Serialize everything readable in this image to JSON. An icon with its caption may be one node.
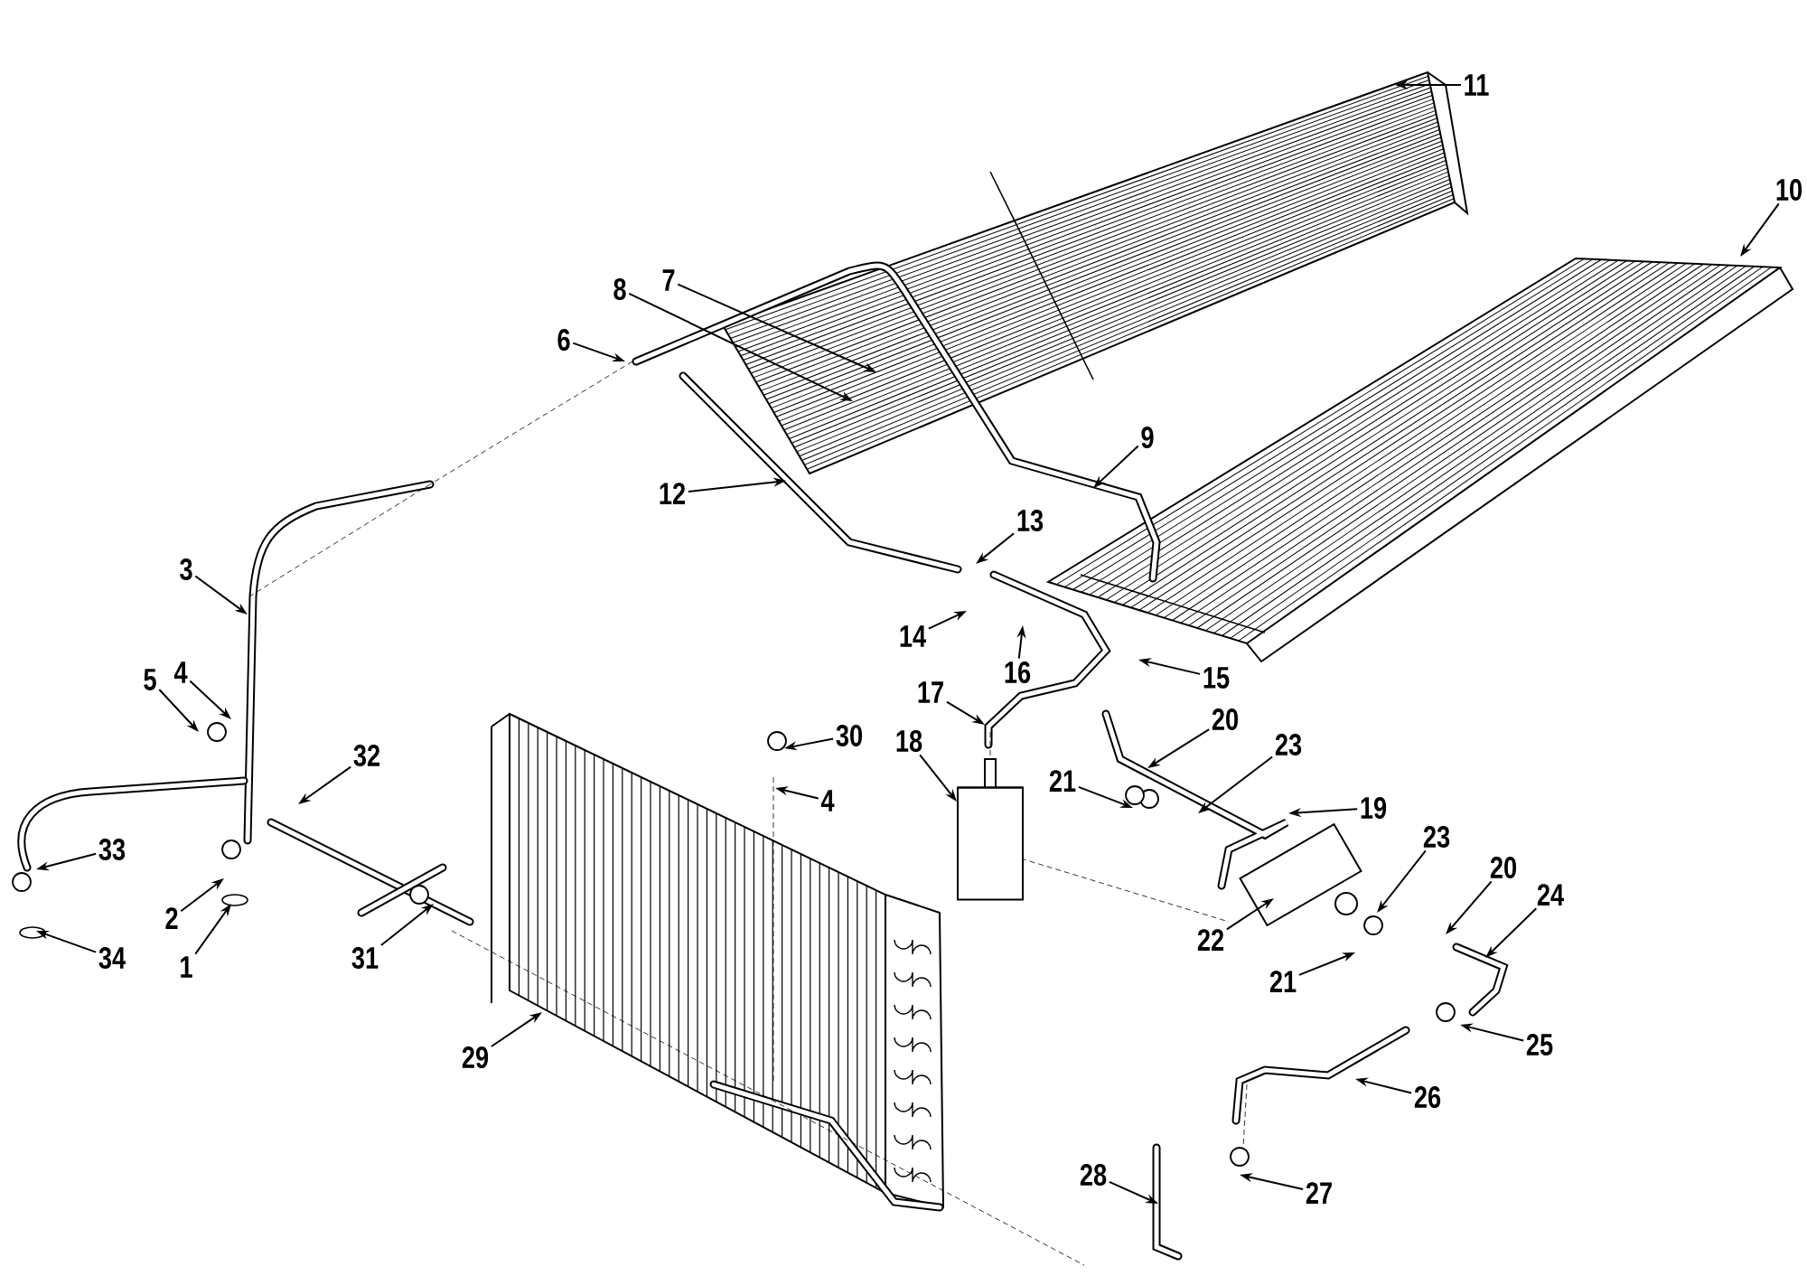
{
  "diagram": {
    "nodes": [
      {
        "text": [
          "1"
        ]
      },
      {
        "text": [
          "2"
        ]
      },
      {
        "text": [
          "3"
        ]
      },
      {
        "text": [
          "4"
        ]
      },
      {
        "text": [
          "4"
        ]
      },
      {
        "text": [
          "5"
        ]
      },
      {
        "text": [
          "6"
        ]
      },
      {
        "text": [
          "7"
        ]
      },
      {
        "text": [
          "8"
        ]
      },
      {
        "text": [
          "9"
        ]
      },
      {
        "text": [
          "10"
        ]
      },
      {
        "text": [
          "11"
        ]
      },
      {
        "text": [
          "12"
        ]
      },
      {
        "text": [
          "13"
        ]
      },
      {
        "text": [
          "14"
        ]
      },
      {
        "text": [
          "15"
        ]
      },
      {
        "text": [
          "16"
        ]
      },
      {
        "text": [
          "17"
        ]
      },
      {
        "text": [
          "18"
        ]
      },
      {
        "text": [
          "19"
        ]
      },
      {
        "text": [
          "20"
        ]
      },
      {
        "text": [
          "20"
        ]
      },
      {
        "text": [
          "21"
        ]
      },
      {
        "text": [
          "21"
        ]
      },
      {
        "text": [
          "22"
        ]
      },
      {
        "text": [
          "23"
        ]
      },
      {
        "text": [
          "23"
        ]
      },
      {
        "text": [
          "24"
        ]
      },
      {
        "text": [
          "25"
        ]
      },
      {
        "text": [
          "26"
        ]
      },
      {
        "text": [
          "27"
        ]
      },
      {
        "text": [
          "28"
        ]
      },
      {
        "text": [
          "29"
        ]
      },
      {
        "text": [
          "30"
        ]
      },
      {
        "text": [
          "31"
        ]
      },
      {
        "text": [
          "32"
        ]
      },
      {
        "text": [
          "33"
        ]
      },
      {
        "text": [
          "34"
        ]
      },
      {
        "text": [],
        "shape": "cylinder"
      }
    ],
    "edges": [
      {
        "from": 0,
        "to": null,
        "arrow": "to"
      },
      {
        "from": 1,
        "to": null,
        "arrow": "to"
      },
      {
        "from": 2,
        "to": null,
        "arrow": "to"
      },
      {
        "from": 3,
        "to": null,
        "arrow": "to"
      },
      {
        "from": 4,
        "to": null,
        "arrow": "to"
      },
      {
        "from": 5,
        "to": null,
        "arrow": "to"
      },
      {
        "from": 6,
        "to": null,
        "arrow": "to"
      },
      {
        "from": 7,
        "to": null,
        "arrow": "to"
      },
      {
        "from": 8,
        "to": null,
        "arrow": "to"
      },
      {
        "from": 9,
        "to": null,
        "arrow": "to"
      },
      {
        "from": 10,
        "to": null,
        "arrow": "to"
      },
      {
        "from": 11,
        "to": null,
        "arrow": "to"
      },
      {
        "from": 12,
        "to": null,
        "arrow": "to"
      },
      {
        "from": 13,
        "to": null,
        "arrow": "to"
      },
      {
        "from": 14,
        "to": null,
        "arrow": "to"
      },
      {
        "from": 15,
        "to": null,
        "arrow": "to"
      },
      {
        "from": 16,
        "to": null,
        "arrow": "to"
      },
      {
        "from": 17,
        "to": null,
        "arrow": "to"
      },
      {
        "from": 18,
        "to": 38,
        "arrow": "to"
      },
      {
        "from": 19,
        "to": null,
        "arrow": "to"
      },
      {
        "from": 20,
        "to": null,
        "arrow": "to"
      },
      {
        "from": 21,
        "to": null,
        "arrow": "to"
      },
      {
        "from": 22,
        "to": null,
        "arrow": "to"
      },
      {
        "from": 23,
        "to": null,
        "arrow": "to"
      },
      {
        "from": 24,
        "to": null,
        "arrow": "to"
      },
      {
        "from": 25,
        "to": null,
        "arrow": "to"
      },
      {
        "from": 26,
        "to": null,
        "arrow": "to"
      },
      {
        "from": 27,
        "to": null,
        "arrow": "to"
      },
      {
        "from": 28,
        "to": null,
        "arrow": "to"
      },
      {
        "from": 29,
        "to": null,
        "arrow": "to"
      },
      {
        "from": 30,
        "to": null,
        "arrow": "to"
      },
      {
        "from": 31,
        "to": null,
        "arrow": "to"
      },
      {
        "from": 32,
        "to": null,
        "arrow": "to"
      },
      {
        "from": 33,
        "to": null,
        "arrow": "to"
      },
      {
        "from": 34,
        "to": null,
        "arrow": "to"
      },
      {
        "from": 35,
        "to": null,
        "arrow": "to"
      },
      {
        "from": 36,
        "to": null,
        "arrow": "to"
      },
      {
        "from": 37,
        "to": null,
        "arrow": "to"
      }
    ]
  }
}
